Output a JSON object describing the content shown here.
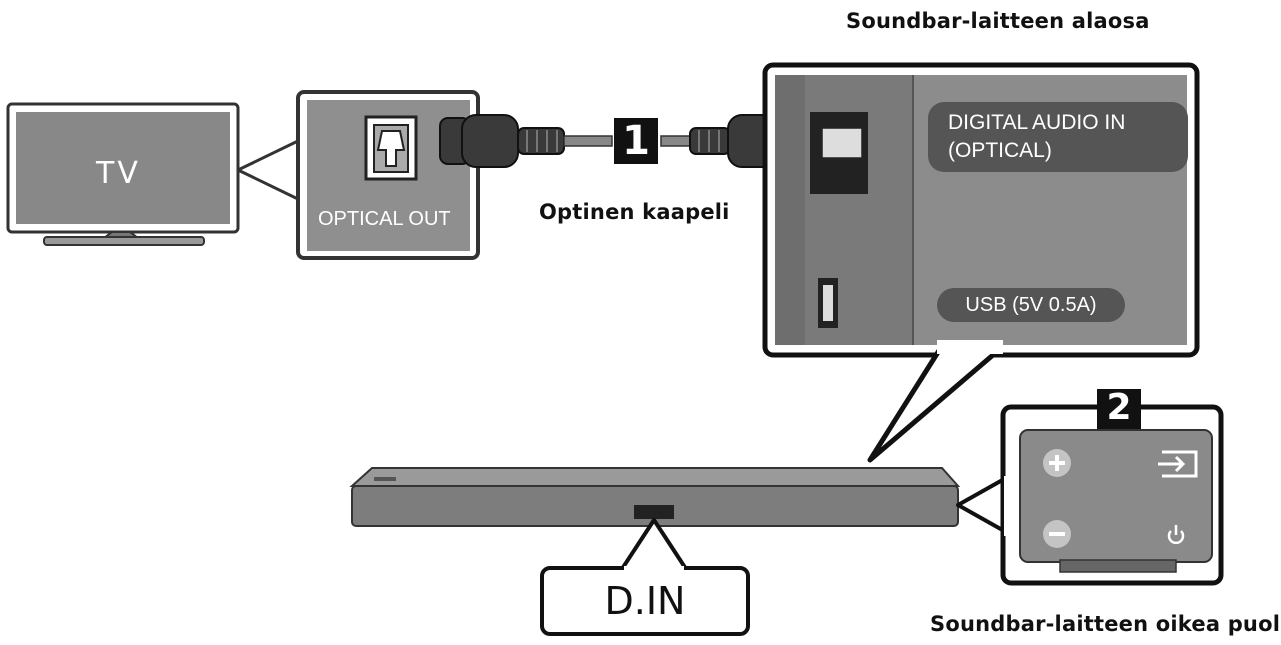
{
  "labels": {
    "tv": "TV",
    "optical_out": "OPTICAL OUT",
    "cable_name": "Optinen kaapeli",
    "step1": "1",
    "step2": "2",
    "bottom_title": "Soundbar-laitteen alaosa",
    "port_line1": "DIGITAL AUDIO IN",
    "port_line2": "(OPTICAL)",
    "usb": "USB (5V 0.5A)",
    "din": "D.IN",
    "right_side_title": "Soundbar-laitteen oikea puoli"
  },
  "icons": [
    "plus-icon",
    "minus-icon",
    "source-input-icon",
    "power-icon"
  ],
  "colors": {
    "panel_fill": "#8c8c8c",
    "panel_dark": "#6e6e6e",
    "soundbar": "#7d7d7d",
    "pill": "#555555",
    "cable": "#3a3a3a"
  }
}
